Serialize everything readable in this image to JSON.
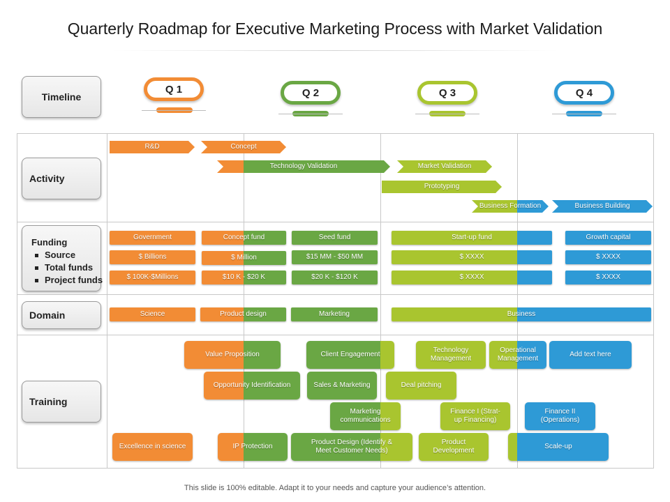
{
  "title": "Quarterly Roadmap for Executive Marketing Process with Market Validation",
  "footer": "This slide is 100% editable.  Adapt it to your needs and capture your audience’s attention.",
  "colors": {
    "orange": "#f28c35",
    "green": "#6aa744",
    "lime": "#a9c52f",
    "blue": "#2e9ad6"
  },
  "rows": {
    "timeline": "Timeline",
    "activity": "Activity",
    "funding": {
      "title": "Funding",
      "items": [
        "Source",
        "Total funds",
        "Project funds"
      ]
    },
    "domain": "Domain",
    "training": "Training"
  },
  "quarters": [
    "Q 1",
    "Q 2",
    "Q 3",
    "Q 4"
  ],
  "activity": [
    "R&D",
    "Concept",
    "Technology Validation",
    "Market Validation",
    "Prototyping",
    "Business Formation",
    "Business Building"
  ],
  "funding": [
    [
      "Government",
      "Concept fund",
      "Seed fund",
      "Start-up fund",
      "Growth capital"
    ],
    [
      "$ Billions",
      "$ Million",
      "$15 MM - $50 MM",
      "$ XXXX",
      "$ XXXX"
    ],
    [
      "$ 100K-$Millions",
      "$10 K - $20 K",
      "$20 K - $120 K",
      "$ XXXX",
      "$ XXXX"
    ]
  ],
  "domain": [
    "Science",
    "Product design",
    "Marketing",
    "Business"
  ],
  "training": [
    "Value Proposition",
    "Client Engagement",
    "Technology Management",
    "Operational Management",
    "Add text here",
    "Opportunity Identification",
    "Sales & Marketing",
    "Deal pitching",
    "Marketing communications",
    "Finance I (Strat- up Financing)",
    "Finance II (Operations)",
    "Excellence in science",
    "IP Protection",
    "Product Design (Identify & Meet Customer Needs)",
    "Product Development",
    "Scale-up"
  ]
}
